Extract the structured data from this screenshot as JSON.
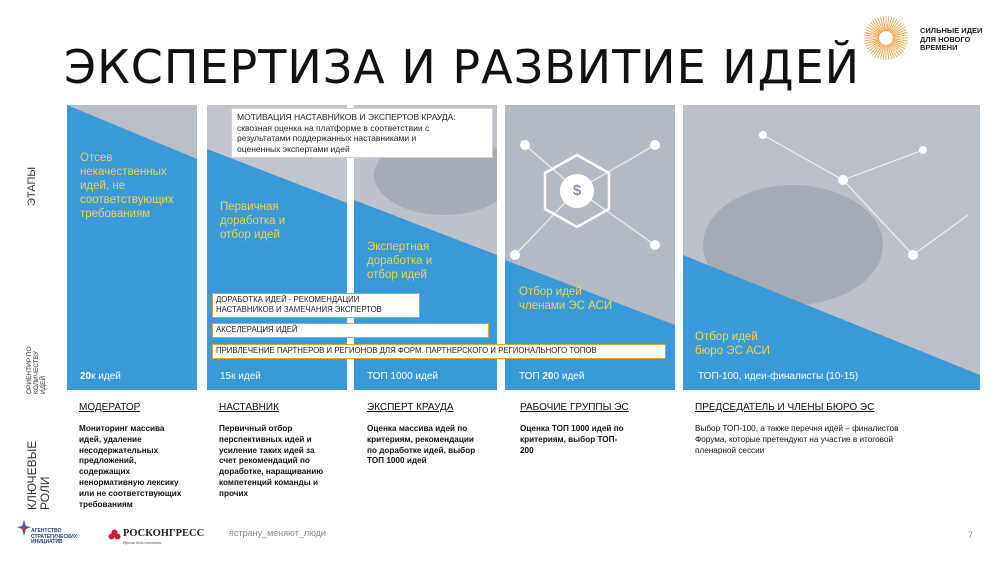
{
  "header": {
    "title": "ЭКСПЕРТИЗА И РАЗВИТИЕ ИДЕЙ"
  },
  "logo": {
    "lines": [
      "СИЛЬНЫЕ ИДЕИ",
      "ДЛЯ НОВОГО",
      "ВРЕМЕНИ"
    ],
    "color": "#f29a2e"
  },
  "side_labels": {
    "stages": "ЭТАПЫ",
    "count": [
      "ОРИЕНТИР ПО",
      "КОЛИЧЕСТВУ",
      "ИДЕЙ"
    ],
    "roles": [
      "КЛЮЧЕВЫЕ",
      "РОЛИ"
    ]
  },
  "colors": {
    "blue": "#3a9ad9",
    "label_yellow": "#f3d34a",
    "bar_border": "#e8a01f"
  },
  "stages": [
    {
      "label": [
        "Отсев",
        "некачественных",
        "идей, не",
        "соответствующих",
        "требованиям"
      ],
      "count_bold": "20",
      "count_rest": "к идей"
    },
    {
      "label": [
        "Первичная",
        "доработка и",
        "отбор идей"
      ],
      "count": "15к идей"
    },
    {
      "label": [
        "Экспертная",
        "доработка и",
        "отбор идей"
      ],
      "count": "ТОП 1000 идей"
    },
    {
      "label": [
        "Отбор идей",
        "членами ЭС АСИ"
      ],
      "count_pre": "ТОП ",
      "count_bold": "20",
      "count_rest": "0 идей"
    },
    {
      "label": [
        "Отбор идей",
        "бюро ЭС АСИ"
      ],
      "count": "ТОП-100, идеи-финалисты (10-15)"
    }
  ],
  "motivation": {
    "title": "МОТИВАЦИЯ НАСТАВНИКОВ И ЭКСПЕРТОВ КРАУДА:",
    "lines": [
      "сквозная оценка на платформе в соответствии с",
      "результатами поддержанных наставниками и",
      "оцененных экспертами идей"
    ]
  },
  "bars": [
    {
      "lines": [
        "ДОРАБОТКА ИДЕЙ - РЕКОМЕНДАЦИИ",
        "НАСТАВНИКОВ И ЗАМЕЧАНИЯ ЭКСПЕРТОВ"
      ]
    },
    {
      "lines": [
        "АКСЕЛЕРАЦИЯ ИДЕЙ"
      ]
    },
    {
      "lines": [
        "ПРИВЛЕЧЕНИЕ ПАРТНЕРОВ И РЕГИОНОВ ДЛЯ ФОРМ. ПАРТНЕРСКОГО И РЕГИОНАЛЬНОГО ТОПОВ"
      ]
    }
  ],
  "roles": [
    {
      "title": "МОДЕРАТОР",
      "text": [
        "Мониторинг массива",
        "идей, удаление",
        "несодержательных",
        "предложений,",
        "содержащих",
        "ненормативную лексику",
        "или не соответствующих",
        "требованиям"
      ]
    },
    {
      "title": "НАСТАВНИК",
      "text": [
        "Первичный отбор",
        "перспективных идей и",
        "усиление таких идей за",
        "счет рекомендаций по",
        "доработке, наращиванию",
        "компетенций команды и",
        "прочих"
      ]
    },
    {
      "title": "ЭКСПЕРТ КРАУДА",
      "text": [
        "Оценка массива идей по",
        "критериям, рекомендации",
        "по доработке идей, выбор",
        "ТОП 1000 идей"
      ]
    },
    {
      "title": "РАБОЧИЕ ГРУППЫ ЭС",
      "text": [
        "Оценка ТОП 1000 идей по",
        "критериям, выбор ТОП-",
        "200"
      ]
    },
    {
      "title": "ПРЕДСЕДАТЕЛЬ И ЧЛЕНЫ БЮРО ЭС",
      "text": [
        "Выбор ТОП-100, а также перечня идей – финалистов",
        "Форума, которые претендуют на участие в итоговой",
        "пленарной сессии"
      ]
    }
  ],
  "footer": {
    "hashtag": "#страну_меняют_люди",
    "page": "7",
    "asi": [
      "АГЕНТСТВО",
      "СТРАТЕГИЧЕСКИХ",
      "ИНИЦИАТИВ"
    ],
    "roscongress": "РОСКОНГРЕСС",
    "roscongress_sub": "Время действовать"
  }
}
